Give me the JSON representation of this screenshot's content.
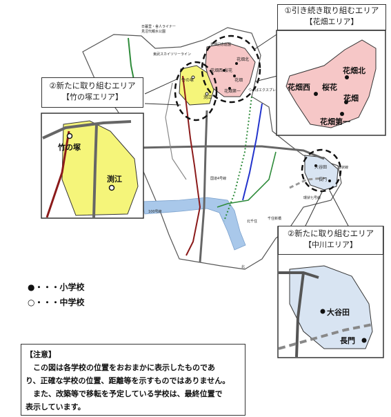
{
  "callouts": {
    "hanahata": {
      "title": "①引き続き取り組むエリア",
      "sub": "【花畑エリア】"
    },
    "takenotsuka": {
      "title": "②新たに取り組むエリア",
      "sub": "【竹の塚エリア】"
    },
    "nakagawa": {
      "title": "②新たに取り組むエリア",
      "sub": "【中川エリア】"
    }
  },
  "zoom_labels": {
    "hanahata_kita": "花畑北",
    "hanahata_nishi": "花畑西",
    "sakurahana": "桜花",
    "hanahata": "花畑",
    "hanahata_daiichi": "花畑第一",
    "takenotsuka": "竹の塚",
    "fuchie": "渕江",
    "otanida": "大谷田",
    "nagakado": "長門"
  },
  "map_labels": {
    "line_top1": "日暮里・舎人ライナー",
    "line_top2": "見沼代親水公園",
    "skytree": "東武スカイツリーライン",
    "hanahata_park": "花畑記念庭園",
    "small_kita": "花畑北",
    "small_nishi": "花畑西",
    "small_sakura": "桜花",
    "small_hana": "花畑",
    "small_daiichi": "花畑第一",
    "small_take": "竹の塚",
    "small_fuchie": "渕江",
    "tx": "つくばエクスプレス",
    "small_otanida": "大谷田",
    "small_nagakado": "長門",
    "route_right": "環状線",
    "route_4": "国道4号線",
    "route_100": "100号線",
    "route_kanjo7": "環状七号線",
    "bridge": "千住新橋",
    "senju": "北千住",
    "kita": "北"
  },
  "legend": {
    "elementary": "●・・・小学校",
    "junior": "○・・・中学校"
  },
  "note": {
    "heading": "【注意】",
    "line1": "　この図は各学校の位置をおおまかに表示したものであ",
    "line2": "り、正確な学校の位置、距離等を示すものではありません。",
    "line3": "　また、改築等で移転を予定している学校は、最終位置で",
    "line4": "表示しています。"
  },
  "colors": {
    "pink": "#f6c7c7",
    "yellow": "#f5f57a",
    "blue_light": "#d8e4f2",
    "river": "#a9c8ea",
    "line_green": "#2e8b3a",
    "line_blue": "#2233cc",
    "line_red": "#8b1a1a",
    "road_gray": "#666666"
  }
}
